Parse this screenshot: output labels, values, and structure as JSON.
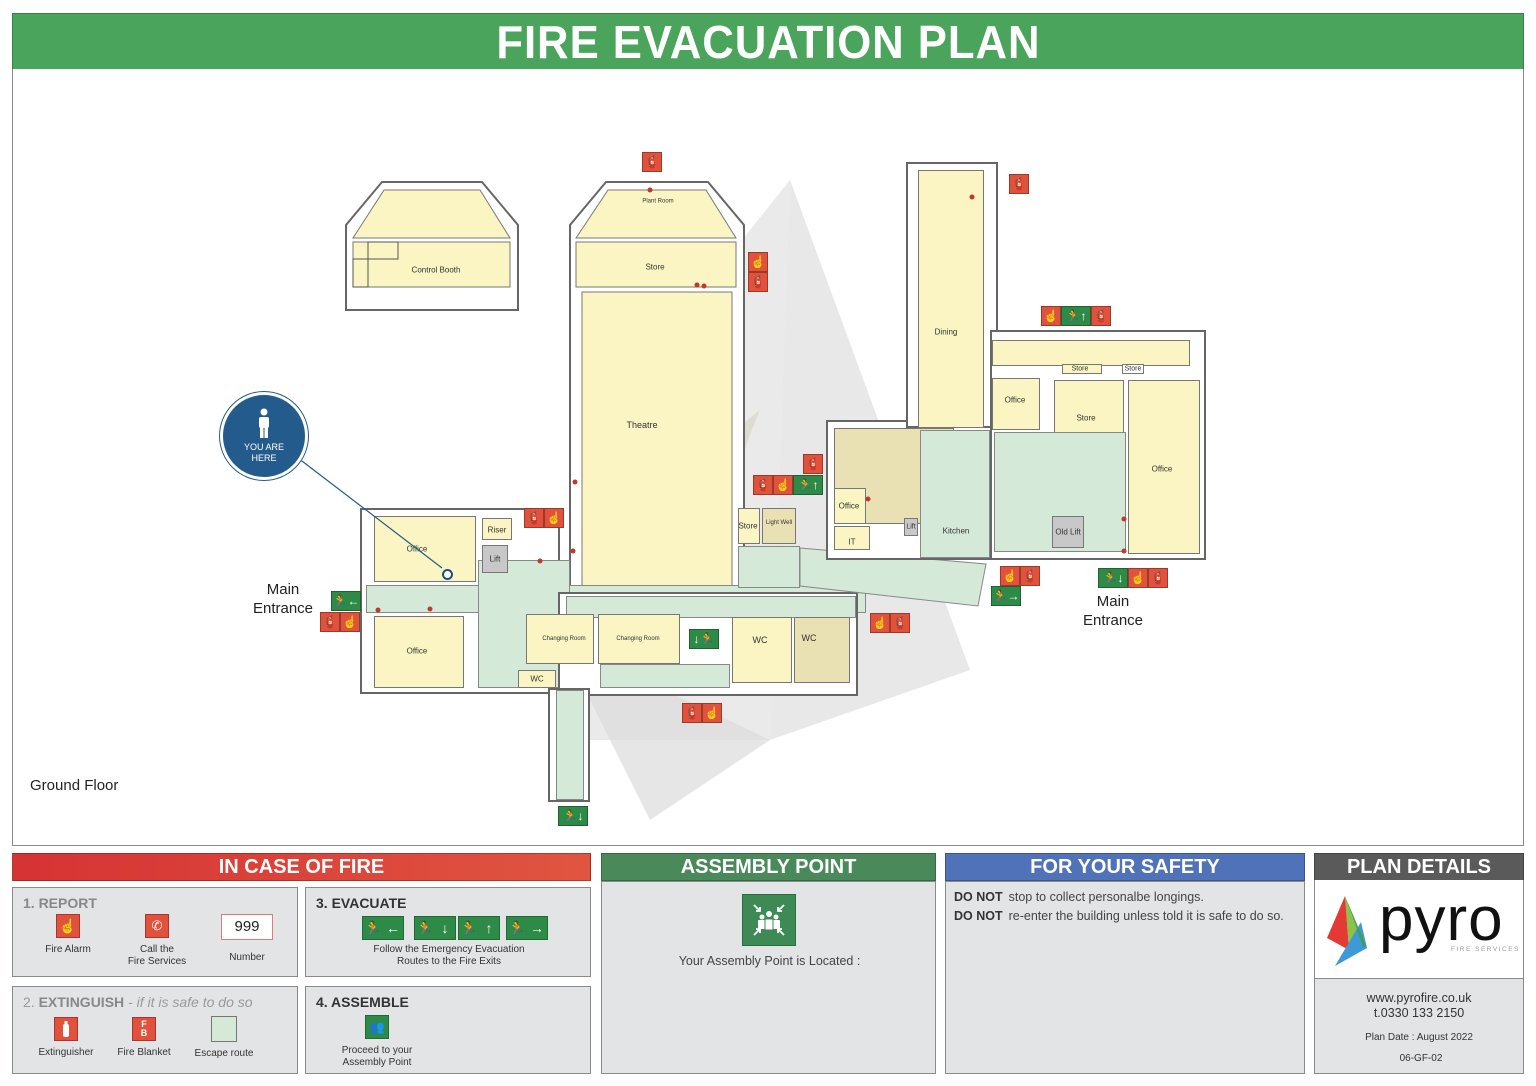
{
  "header": {
    "title": "FIRE EVACUATION PLAN"
  },
  "map": {
    "floor_label": "Ground Floor",
    "you_are_here": "YOU ARE HERE",
    "entrances": [
      {
        "label": "Main Entrance",
        "position": "west"
      },
      {
        "label": "Main Entrance",
        "position": "east"
      }
    ],
    "rooms": {
      "control_booth": "Control Booth",
      "plant_room": "Plant Room",
      "store_top": "Store",
      "theatre": "Theatre",
      "riser": "Riser",
      "lift_west": "Lift",
      "office_nw": "Office",
      "office_sw": "Office",
      "wc_west": "WC",
      "changing_room_1": "Changing Room",
      "changing_room_2": "Changing Room",
      "wc_1": "WC",
      "wc_2": "WC",
      "store_lightwell": "Store",
      "light_well": "Light Well",
      "office_central": "Office",
      "it": "IT",
      "lift_central": "Lift",
      "kitchen": "Kitchen",
      "dining": "Dining",
      "store_small_1": "Store",
      "store_small_2": "Store",
      "office_east_small": "Office",
      "store_east": "Store",
      "office_east": "Office",
      "old_lift": "Old Lift"
    },
    "sign_types": {
      "extinguisher": "fire-extinguisher-icon",
      "alarm": "fire-alarm-call-point-icon",
      "exit": "fire-exit-running-man-icon"
    }
  },
  "panels": {
    "in_case_of_fire": {
      "header": "IN CASE OF FIRE",
      "color": "#d9403a",
      "report": {
        "title": "1. REPORT",
        "items": [
          {
            "label": "Fire Alarm",
            "icon": "fire-alarm-icon"
          },
          {
            "label_line1": "Call the",
            "label_line2": "Fire Services",
            "icon": "fire-phone-icon"
          },
          {
            "value": "999",
            "label": "Number"
          }
        ]
      },
      "evacuate": {
        "title": "3. EVACUATE",
        "signs": [
          "exit-left",
          "exit-down",
          "exit-up",
          "exit-right"
        ],
        "text_line1": "Follow the Emergency Evacuation",
        "text_line2": "Routes to the Fire Exits"
      },
      "extinguish": {
        "title_num": "2.",
        "title_main": "EXTINGUISH",
        "title_qualifier": "- if it is safe to do so",
        "items": [
          {
            "label": "Extinguisher",
            "icon": "extinguisher-icon"
          },
          {
            "label": "Fire Blanket",
            "icon": "fire-blanket-icon",
            "glyph": "F B"
          },
          {
            "label": "Escape route",
            "icon": "escape-route-swatch"
          }
        ]
      },
      "assemble": {
        "title": "4. ASSEMBLE",
        "text_line1": "Proceed to your",
        "text_line2": "Assembly Point"
      }
    },
    "assembly_point": {
      "header": "ASSEMBLY POINT",
      "color": "#4a8a5a",
      "text": "Your Assembly Point is Located :"
    },
    "for_your_safety": {
      "header": "FOR YOUR SAFETY",
      "color": "#4f72b8",
      "lines": [
        {
          "prefix": "DO NOT",
          "text": "stop to collect personalbe longings."
        },
        {
          "prefix": "DO NOT",
          "text": "re-enter the building unless told it is safe to do so."
        }
      ]
    },
    "plan_details": {
      "header": "PLAN DETAILS",
      "color": "#5a5a5a",
      "brand": "pyro",
      "brand_sub": "FIRE SERVICES",
      "website": "www.pyrofire.co.uk",
      "phone": "t.0330 133 2150",
      "plan_date": "Plan Date : August 2022",
      "plan_ref": "06-GF-02"
    }
  },
  "colors": {
    "title_green": "#4ba45c",
    "room_fill": "#faf5c3",
    "escape_route": "#d5e9d8",
    "sign_red": "#e0523c",
    "sign_green": "#2e8a47",
    "you_are_here_blue": "#235b8c"
  }
}
